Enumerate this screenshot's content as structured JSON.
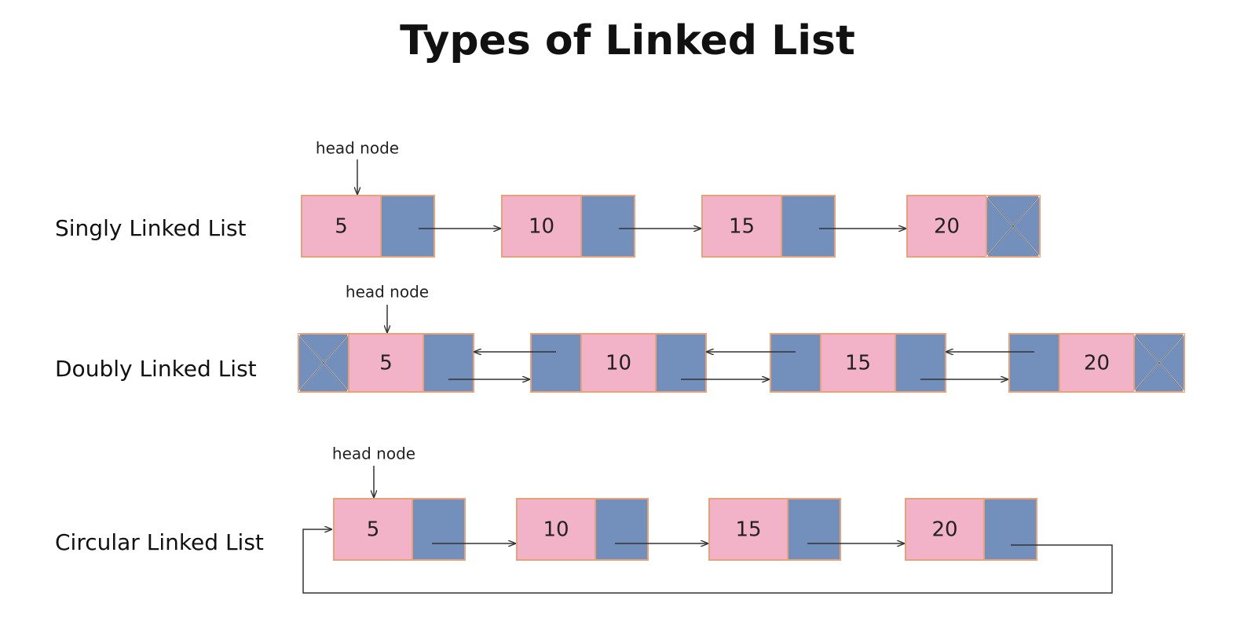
{
  "title": "Types of Linked List",
  "colors": {
    "data_fill": "#f2b2c8",
    "pointer_fill": "#7390bd",
    "border": "#e8a27a",
    "arrow": "#333333",
    "text": "#222222"
  },
  "head_label": "head node",
  "lists": [
    {
      "name": "Singly Linked List",
      "type": "singly",
      "values": [
        "5",
        "10",
        "15",
        "20"
      ]
    },
    {
      "name": "Doubly Linked List",
      "type": "doubly",
      "values": [
        "5",
        "10",
        "15",
        "20"
      ]
    },
    {
      "name": "Circular Linked List",
      "type": "circular",
      "values": [
        "5",
        "10",
        "15",
        "20"
      ]
    }
  ]
}
